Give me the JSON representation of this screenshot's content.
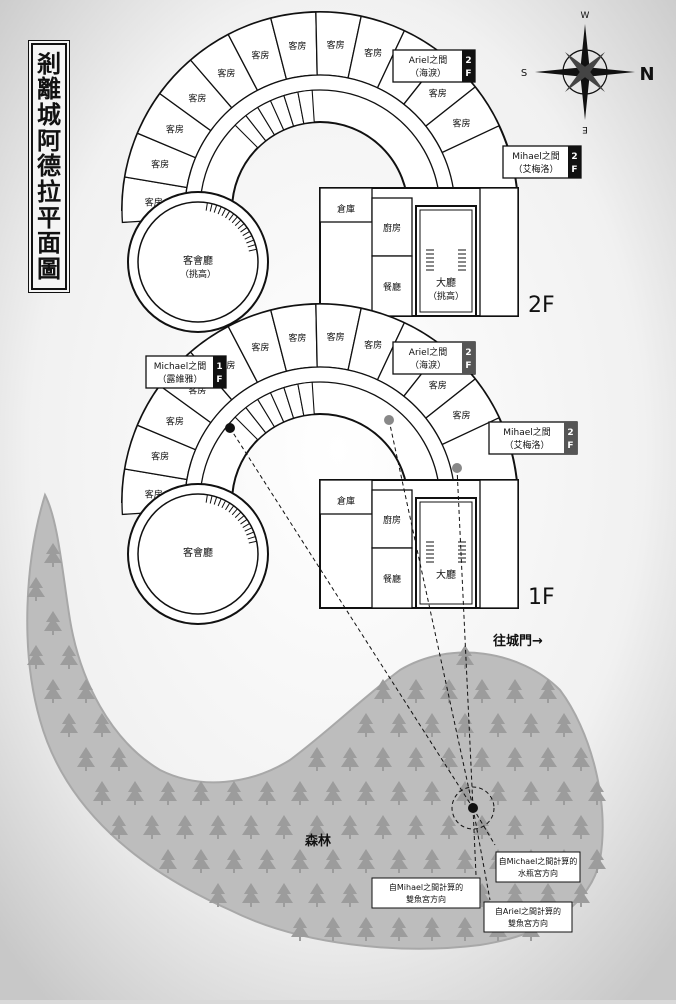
{
  "title_chars": [
    "剎",
    "離",
    "城",
    "阿",
    "德",
    "拉",
    "平",
    "面",
    "圖"
  ],
  "compass": {
    "n": "N",
    "s": "S",
    "w": "W",
    "e": "E"
  },
  "floors": {
    "f2": {
      "label": "2F",
      "rooms": [
        "客房",
        "客房",
        "客房",
        "客房",
        "客房",
        "客房",
        "客房",
        "客房",
        "客房",
        "客房",
        "客房",
        "客房"
      ],
      "reception": "客會廳",
      "reception_note": "（挑高）",
      "storage": "倉庫",
      "kitchen": "廚房",
      "dining": "餐廳",
      "hall": "大廳",
      "hall_note": "（挑高）",
      "callouts": [
        {
          "name": "Ariel之間",
          "sub": "（海淚）",
          "tag": [
            "2",
            "F"
          ]
        },
        {
          "name": "Mihael之間",
          "sub": "（艾梅洛）",
          "tag": [
            "2",
            "F"
          ]
        }
      ]
    },
    "f1": {
      "label": "1F",
      "rooms": [
        "客房",
        "客房",
        "客房",
        "客房",
        "客房",
        "客房",
        "客房",
        "客房",
        "客房",
        "客房",
        "客房",
        "客房"
      ],
      "reception": "客會廳",
      "storage": "倉庫",
      "kitchen": "廚房",
      "dining": "餐廳",
      "hall": "大廳",
      "callouts": [
        {
          "name": "Michael之間",
          "sub": "（露維雅）",
          "tag": [
            "1",
            "F"
          ]
        },
        {
          "name": "Ariel之間",
          "sub": "（海淚）",
          "tag": [
            "2",
            "F"
          ]
        },
        {
          "name": "Mihael之間",
          "sub": "（艾梅洛）",
          "tag": [
            "2",
            "F"
          ]
        }
      ]
    }
  },
  "gate": "往城門→",
  "forest": "森林",
  "notes": [
    [
      "自Michael之間計算的",
      "水瓶宮方向"
    ],
    [
      "自Mihael之間計算的",
      "雙魚宮方向"
    ],
    [
      "自Ariel之間計算的",
      "雙魚宮方向"
    ]
  ],
  "colors": {
    "forest": "#bdbdbd",
    "paper": "#f6f6f6",
    "ink": "#111111",
    "tree": "#9c9c9c"
  }
}
